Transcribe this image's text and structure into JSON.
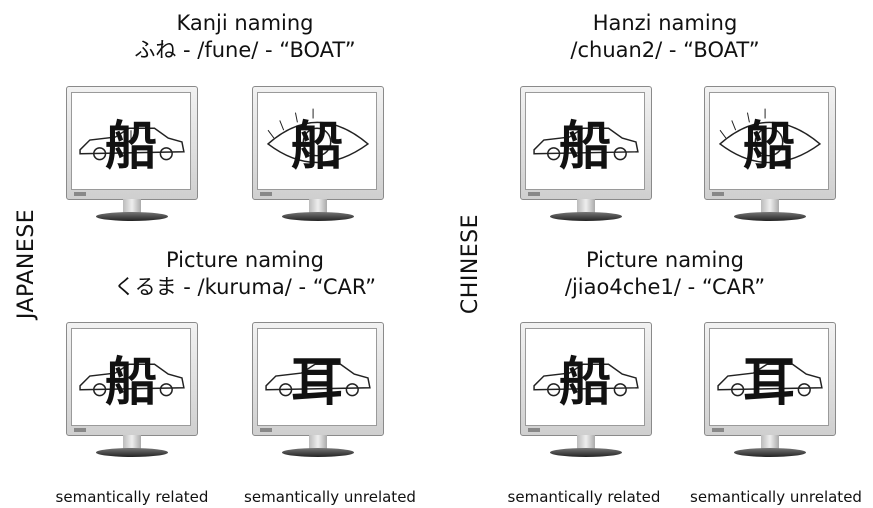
{
  "japanese": {
    "side_label": "JAPANESE",
    "top_heading": {
      "line1": "Kanji naming",
      "line2": "ふね - /fune/ - “BOAT”"
    },
    "bottom_heading": {
      "line1": "Picture naming",
      "line2": "くるま - /kuruma/ - “CAR”"
    }
  },
  "chinese": {
    "side_label": "CHINESE",
    "top_heading": {
      "line1": "Hanzi naming",
      "line2": "/chuan2/ - “BOAT”"
    },
    "bottom_heading": {
      "line1": "Picture naming",
      "line2": "/jiao4che1/ - “CAR”"
    }
  },
  "characters": {
    "boat": "船",
    "ear": "耳"
  },
  "captions": {
    "related": "semantically related",
    "unrelated": "semantically unrelated"
  },
  "icons": [
    "monitor-icon",
    "car-picture-icon",
    "eye-picture-icon"
  ]
}
